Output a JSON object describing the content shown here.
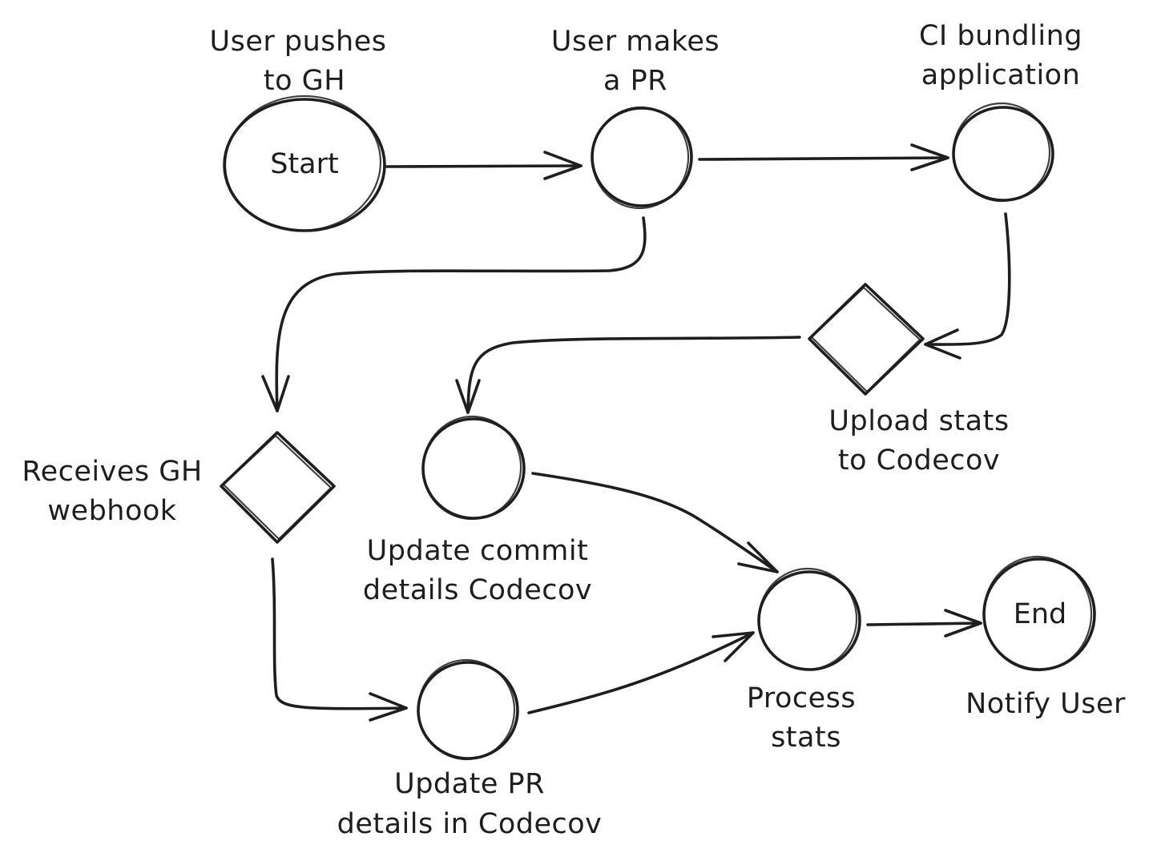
{
  "diagram": {
    "nodes": {
      "start": {
        "text": "Start",
        "label_lines": [
          "User pushes",
          "to GH"
        ]
      },
      "pr": {
        "text": "",
        "label_lines": [
          "User makes",
          "a PR"
        ]
      },
      "ci": {
        "text": "",
        "label_lines": [
          "CI bundling",
          "application"
        ]
      },
      "upload": {
        "text": "",
        "label_lines": [
          "Upload stats",
          "to Codecov"
        ]
      },
      "webhook": {
        "text": "",
        "label_lines": [
          "Receives GH",
          "webhook"
        ]
      },
      "commit": {
        "text": "",
        "label_lines": [
          "Update commit",
          "details Codecov"
        ]
      },
      "prdetails": {
        "text": "",
        "label_lines": [
          "Update PR",
          "details in Codecov"
        ]
      },
      "process": {
        "text": "",
        "label_lines": [
          "Process",
          "stats"
        ]
      },
      "end": {
        "text": "End",
        "label_lines": [
          "Notify User"
        ]
      }
    }
  }
}
